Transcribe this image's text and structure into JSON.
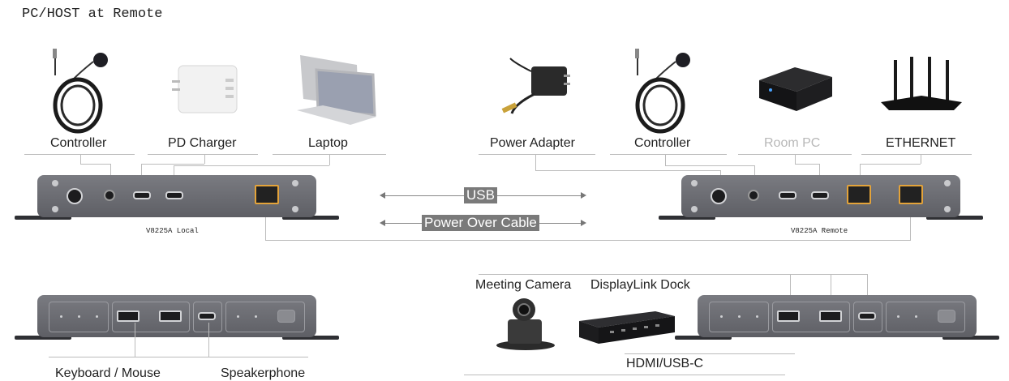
{
  "title": "PC/HOST at Remote",
  "devices": {
    "controller_left": "Controller",
    "pd_charger": "PD Charger",
    "laptop": "Laptop",
    "power_adapter": "Power Adapter",
    "controller_right": "Controller",
    "room_pc": "Room PC",
    "ethernet": "ETHERNET"
  },
  "units": {
    "local": "V8225A  Local",
    "remote": "V8225A  Remote"
  },
  "links": {
    "usb": "USB",
    "power_over_cable": "Power Over Cable"
  },
  "bottom": {
    "keyboard_mouse": "Keyboard  /  Mouse",
    "speakerphone": "Speakerphone",
    "meeting_camera": "Meeting Camera",
    "displaylink_dock": "DisplayLink Dock",
    "hdmi_usbc": "HDMI/USB-C"
  },
  "icons": [
    "controller-icon",
    "pd-charger-icon",
    "laptop-icon",
    "power-adapter-icon",
    "room-pc-icon",
    "router-icon",
    "camera-icon",
    "dock-icon"
  ]
}
